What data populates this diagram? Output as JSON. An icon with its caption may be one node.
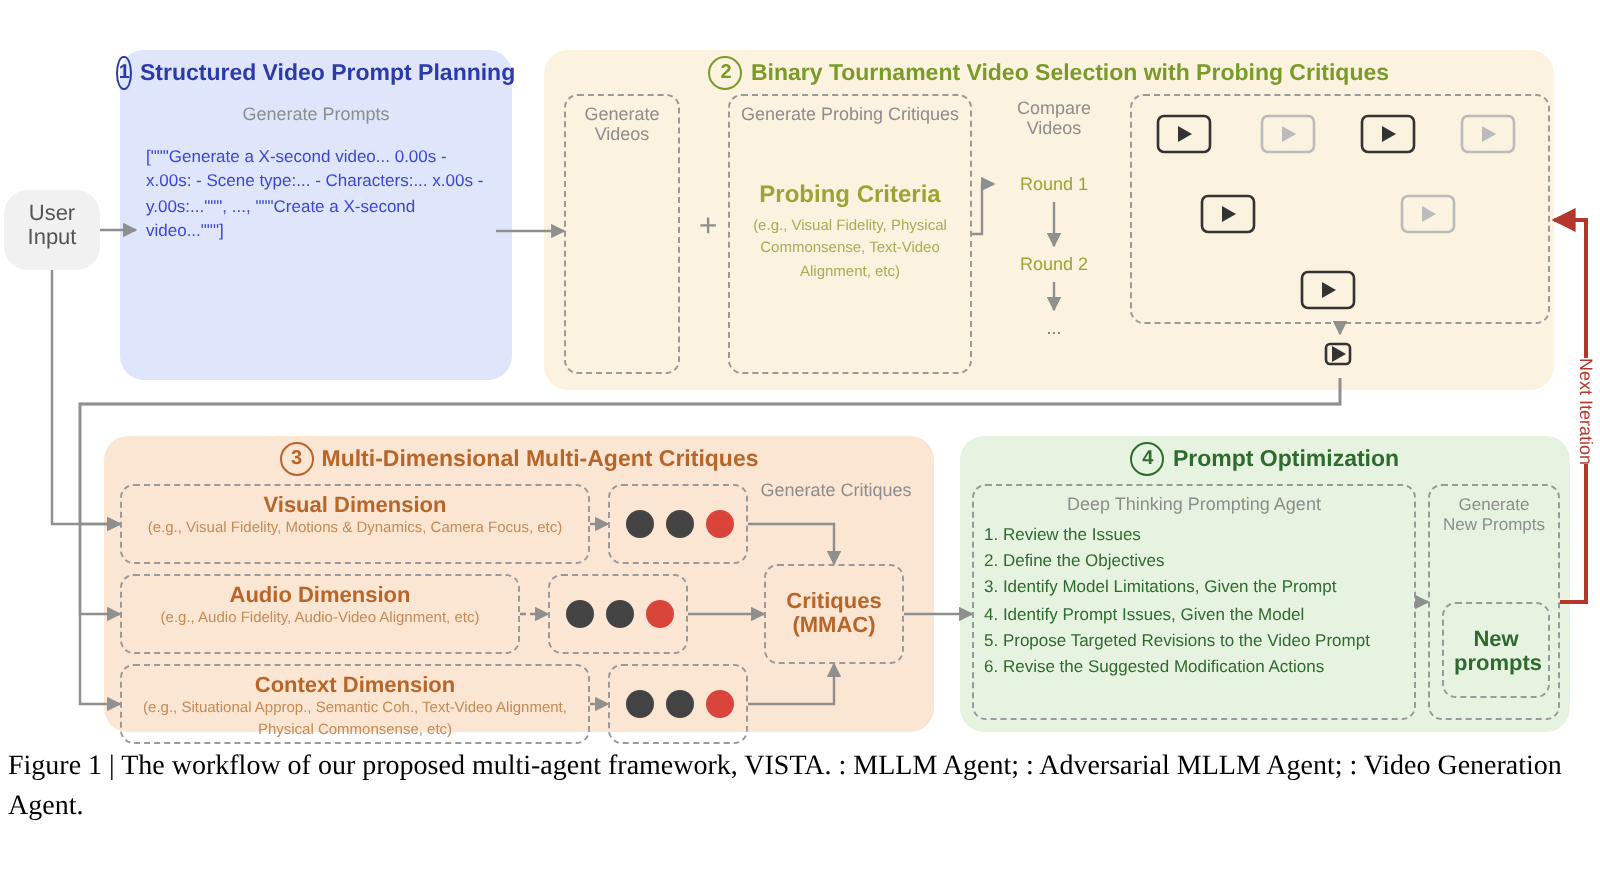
{
  "diagram": {
    "caption": "Figure 1 | The workflow of our proposed multi-agent framework, VISTA. : MLLM Agent; : Adversarial MLLM Agent; : Video Generation Agent.",
    "nodes": [
      {
        "text": [
          "User Input"
        ]
      },
      {
        "text": [
          "1",
          "Structured Video Prompt Planning"
        ]
      },
      {
        "text": [
          "Generate Prompts",
          "[\"\"\"Generate a X-second video... 0.00s - x.00s: - Scene type:... - Characters:... x.00s - y.00s:...\"\"\", ..., \"\"\"Create a X-second video...\"\"\"]"
        ],
        "in": 1
      },
      {
        "text": [
          "2",
          "Binary Tournament Video Selection with Probing Critiques"
        ]
      },
      {
        "text": [
          "Generate Videos"
        ],
        "in": 3
      },
      {
        "text": [
          "Generate Probing Critiques",
          "Probing Criteria",
          "(e.g., Visual Fidelity, Physical Commonsense, Text-Video Alignment, etc)"
        ],
        "in": 3
      },
      {
        "text": [
          "Compare Videos"
        ],
        "in": 3
      },
      {
        "text": [
          "Round 1"
        ],
        "in": 3
      },
      {
        "text": [
          "Round 2"
        ],
        "in": 3
      },
      {
        "text": [
          "..."
        ],
        "in": 3
      },
      {
        "text": [],
        "shape": "box",
        "in": 3
      },
      {
        "text": [],
        "shape": "box",
        "in": 3
      },
      {
        "text": [
          "3",
          "Multi-Dimensional Multi-Agent Critiques"
        ]
      },
      {
        "text": [
          "Visual Dimension",
          "(e.g., Visual Fidelity, Motions & Dynamics, Camera Focus, etc)"
        ],
        "in": 12
      },
      {
        "text": [
          "Audio Dimension",
          "(e.g., Audio Fidelity, Audio-Video Alignment, etc)"
        ],
        "in": 12
      },
      {
        "text": [
          "Context Dimension",
          "(e.g., Situational Approp., Semantic Coh., Text-Video Alignment, Physical Commonsense, etc)"
        ],
        "in": 12
      },
      {
        "text": [],
        "shape": "box",
        "in": 12
      },
      {
        "text": [],
        "shape": "box",
        "in": 12
      },
      {
        "text": [],
        "shape": "box",
        "in": 12
      },
      {
        "text": [
          "Critiques (MMAC)"
        ],
        "in": 12
      },
      {
        "text": [
          "4",
          "Prompt Optimization"
        ]
      },
      {
        "text": [
          "Deep Thinking Prompting Agent",
          "1. Review the Issues",
          "2. Define the Objectives",
          "3. Identify Model Limitations, Given the Prompt",
          "4. Identify Prompt Issues, Given the Model",
          "5. Propose Targeted Revisions to the Video Prompt",
          "6. Revise the Suggested Modification Actions"
        ],
        "in": 20
      },
      {
        "text": [
          "Generate New Prompts"
        ],
        "in": 20
      },
      {
        "text": [
          "New prompts"
        ],
        "in": 22
      }
    ],
    "edges": [
      {
        "from": 0,
        "to": 2,
        "arrow": "to"
      },
      {
        "from": 2,
        "to": 4,
        "arrow": "to"
      },
      {
        "from": 5,
        "to": 7,
        "arrow": "to"
      },
      {
        "from": 7,
        "to": 8,
        "arrow": "to"
      },
      {
        "from": 8,
        "to": 9,
        "arrow": "to"
      },
      {
        "from": 10,
        "to": 11,
        "arrow": "to"
      },
      {
        "from": 0,
        "to": 13,
        "arrow": "to"
      },
      {
        "from": 11,
        "to": 13,
        "arrow": "to"
      },
      {
        "from": 11,
        "to": 14,
        "arrow": "to"
      },
      {
        "from": 11,
        "to": 15,
        "arrow": "to"
      },
      {
        "from": 13,
        "to": 16,
        "arrow": "to",
        "style": "dashed"
      },
      {
        "from": 14,
        "to": 17,
        "arrow": "to",
        "style": "dashed"
      },
      {
        "from": 15,
        "to": 18,
        "arrow": "to",
        "style": "dashed"
      },
      {
        "from": 16,
        "to": 19,
        "arrow": "to"
      },
      {
        "from": 17,
        "to": 19,
        "arrow": "to"
      },
      {
        "from": 18,
        "to": 19,
        "arrow": "to"
      },
      {
        "from": 19,
        "to": 21,
        "arrow": "to"
      },
      {
        "from": 21,
        "to": 22,
        "arrow": "to"
      },
      {
        "from": 22,
        "to": 3,
        "label": "Next Iteration",
        "arrow": "to",
        "color": "#b5372c"
      }
    ],
    "labels": [
      "+",
      "Generate Critiques"
    ]
  }
}
